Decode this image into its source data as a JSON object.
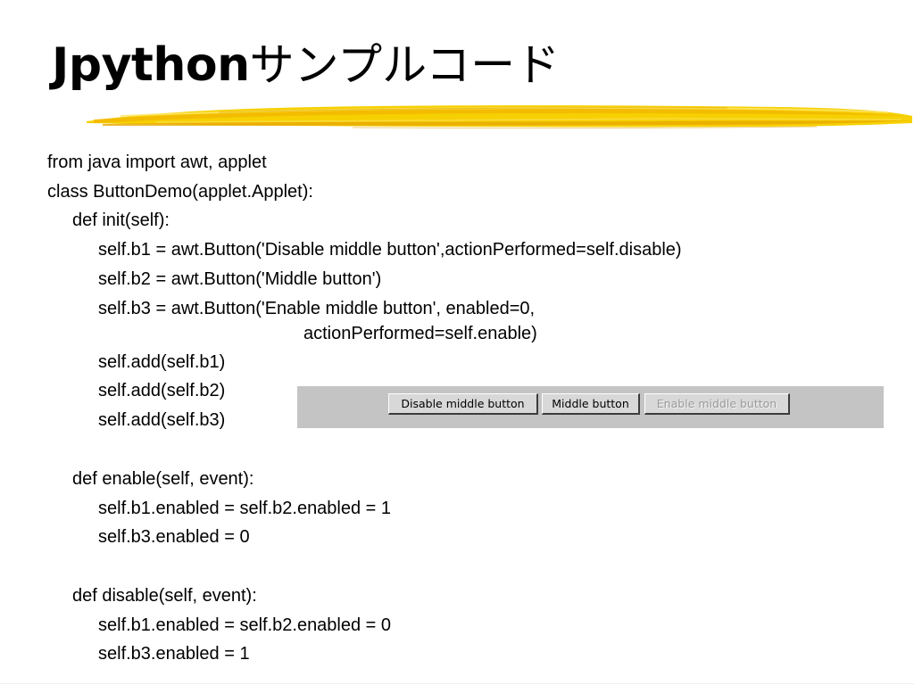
{
  "slide": {
    "title_latin": "Jpython",
    "title_jp": "サンプルコード"
  },
  "code_lines": [
    "from java import awt, applet",
    "class ButtonDemo(applet.Applet):",
    "def init(self):",
    "self.b1 = awt.Button('Disable middle button',actionPerformed=self.disable)",
    "self.b2 = awt.Button('Middle button')",
    "self.b3 = awt.Button('Enable middle button', enabled=0,",
    "actionPerformed=self.enable)",
    "self.add(self.b1)",
    "self.add(self.b2)",
    "self.add(self.b3)",
    "def enable(self, event):",
    "self.b1.enabled = self.b2.enabled = 1",
    "self.b3.enabled = 0",
    "def disable(self, event):",
    "self.b1.enabled = self.b2.enabled = 0",
    "self.b3.enabled = 1"
  ],
  "applet_demo": {
    "buttons": [
      {
        "label": "Disable middle button",
        "enabled": true
      },
      {
        "label": "Middle button",
        "enabled": true
      },
      {
        "label": "Enable middle button",
        "enabled": false
      }
    ]
  },
  "colors": {
    "brush_stroke": "#f2c200",
    "applet_background": "#c4c4c4",
    "disabled_text": "#9a9a9a"
  }
}
